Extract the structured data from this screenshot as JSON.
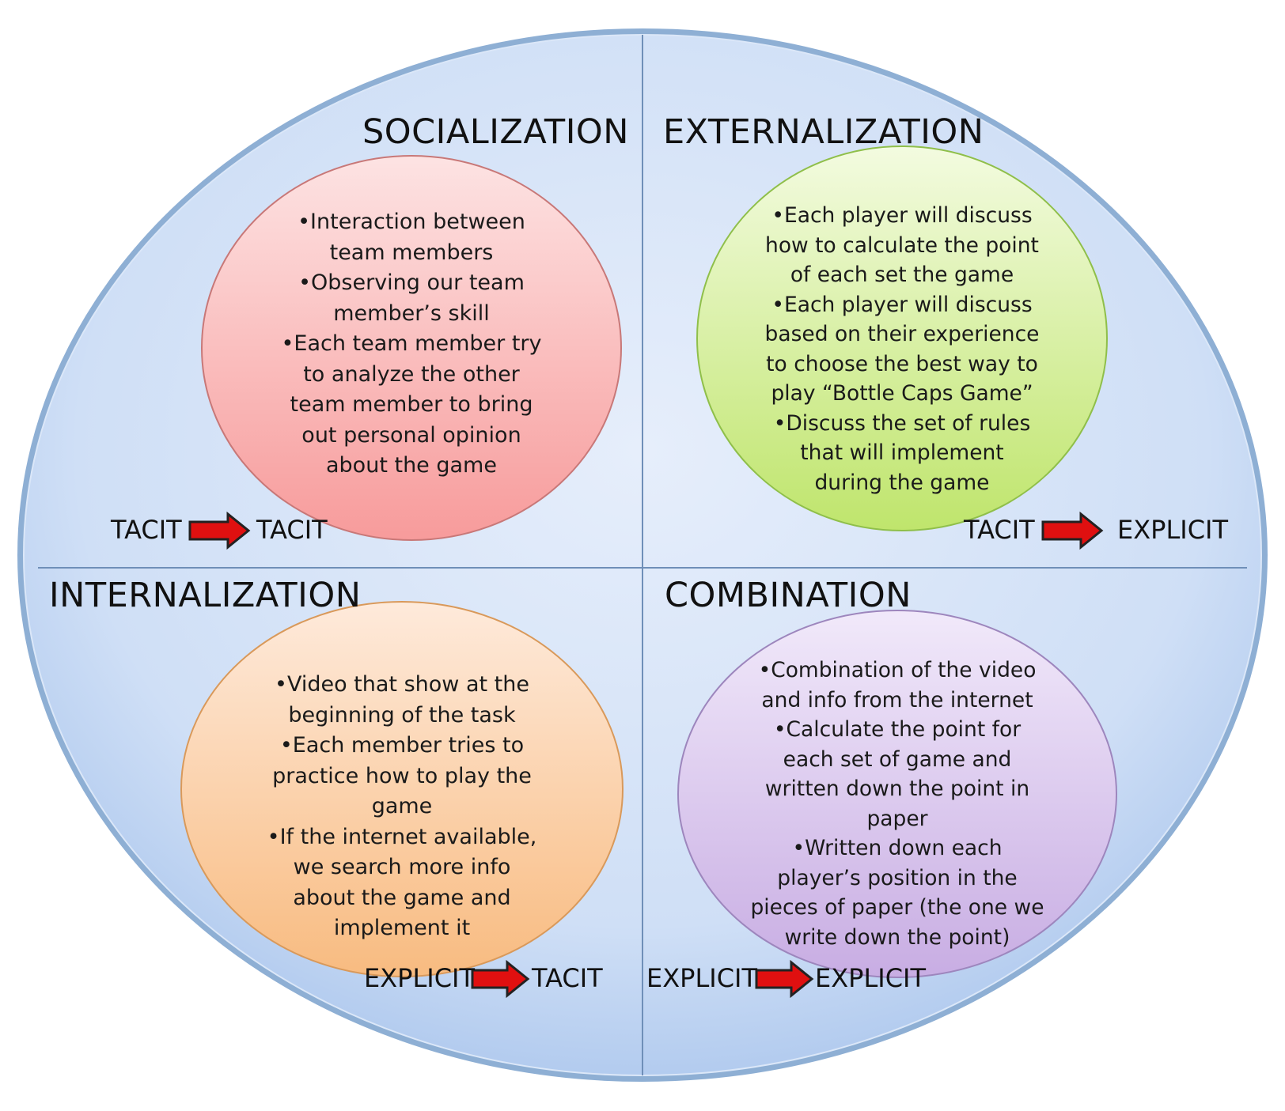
{
  "quadrants": [
    {
      "title": "SOCIALIZATION",
      "from": "TACIT",
      "to": "TACIT",
      "fill_color": "#f99a9a",
      "lines": [
        "•Interaction between",
        "team members",
        "•Observing our team",
        "member’s skill",
        "•Each team member try",
        "to analyze the other",
        "team member to bring",
        "out personal opinion",
        "about the game"
      ]
    },
    {
      "title": "EXTERNALIZATION",
      "from": "TACIT",
      "to": "EXPLICIT",
      "fill_color": "#c7ea7a",
      "lines": [
        "•Each player will discuss",
        "how to calculate the point",
        "of each set the game",
        "•Each player will discuss",
        "based on their experience",
        "to choose the best way to",
        "play “Bottle Caps Game”",
        "•Discuss the set of rules",
        "that will implement",
        "during the game"
      ]
    },
    {
      "title": "INTERNALIZATION",
      "from": "EXPLICIT",
      "to": "TACIT",
      "fill_color": "#f9bf86",
      "lines": [
        "•Video that show at the",
        "beginning of the task",
        "•Each member tries to",
        "practice how to play the",
        "game",
        "•If the internet available,",
        "we search more info",
        "about the game and",
        "implement it"
      ]
    },
    {
      "title": "COMBINATION",
      "from": "EXPLICIT",
      "to": "EXPLICIT",
      "fill_color": "#cdb5e6",
      "lines": [
        "•Combination of the video",
        "and info from the internet",
        "•Calculate the point for",
        "each set of game and",
        "written down the point in",
        "paper",
        "•Written down each",
        "player’s position in the",
        "pieces of paper (the one we",
        "write down the point)"
      ]
    }
  ],
  "colors": {
    "outer_fill": "#c4d8f5",
    "outer_border": "#8eafd4",
    "divider": "#6f8fb8",
    "arrow_fill": "#e01010"
  }
}
